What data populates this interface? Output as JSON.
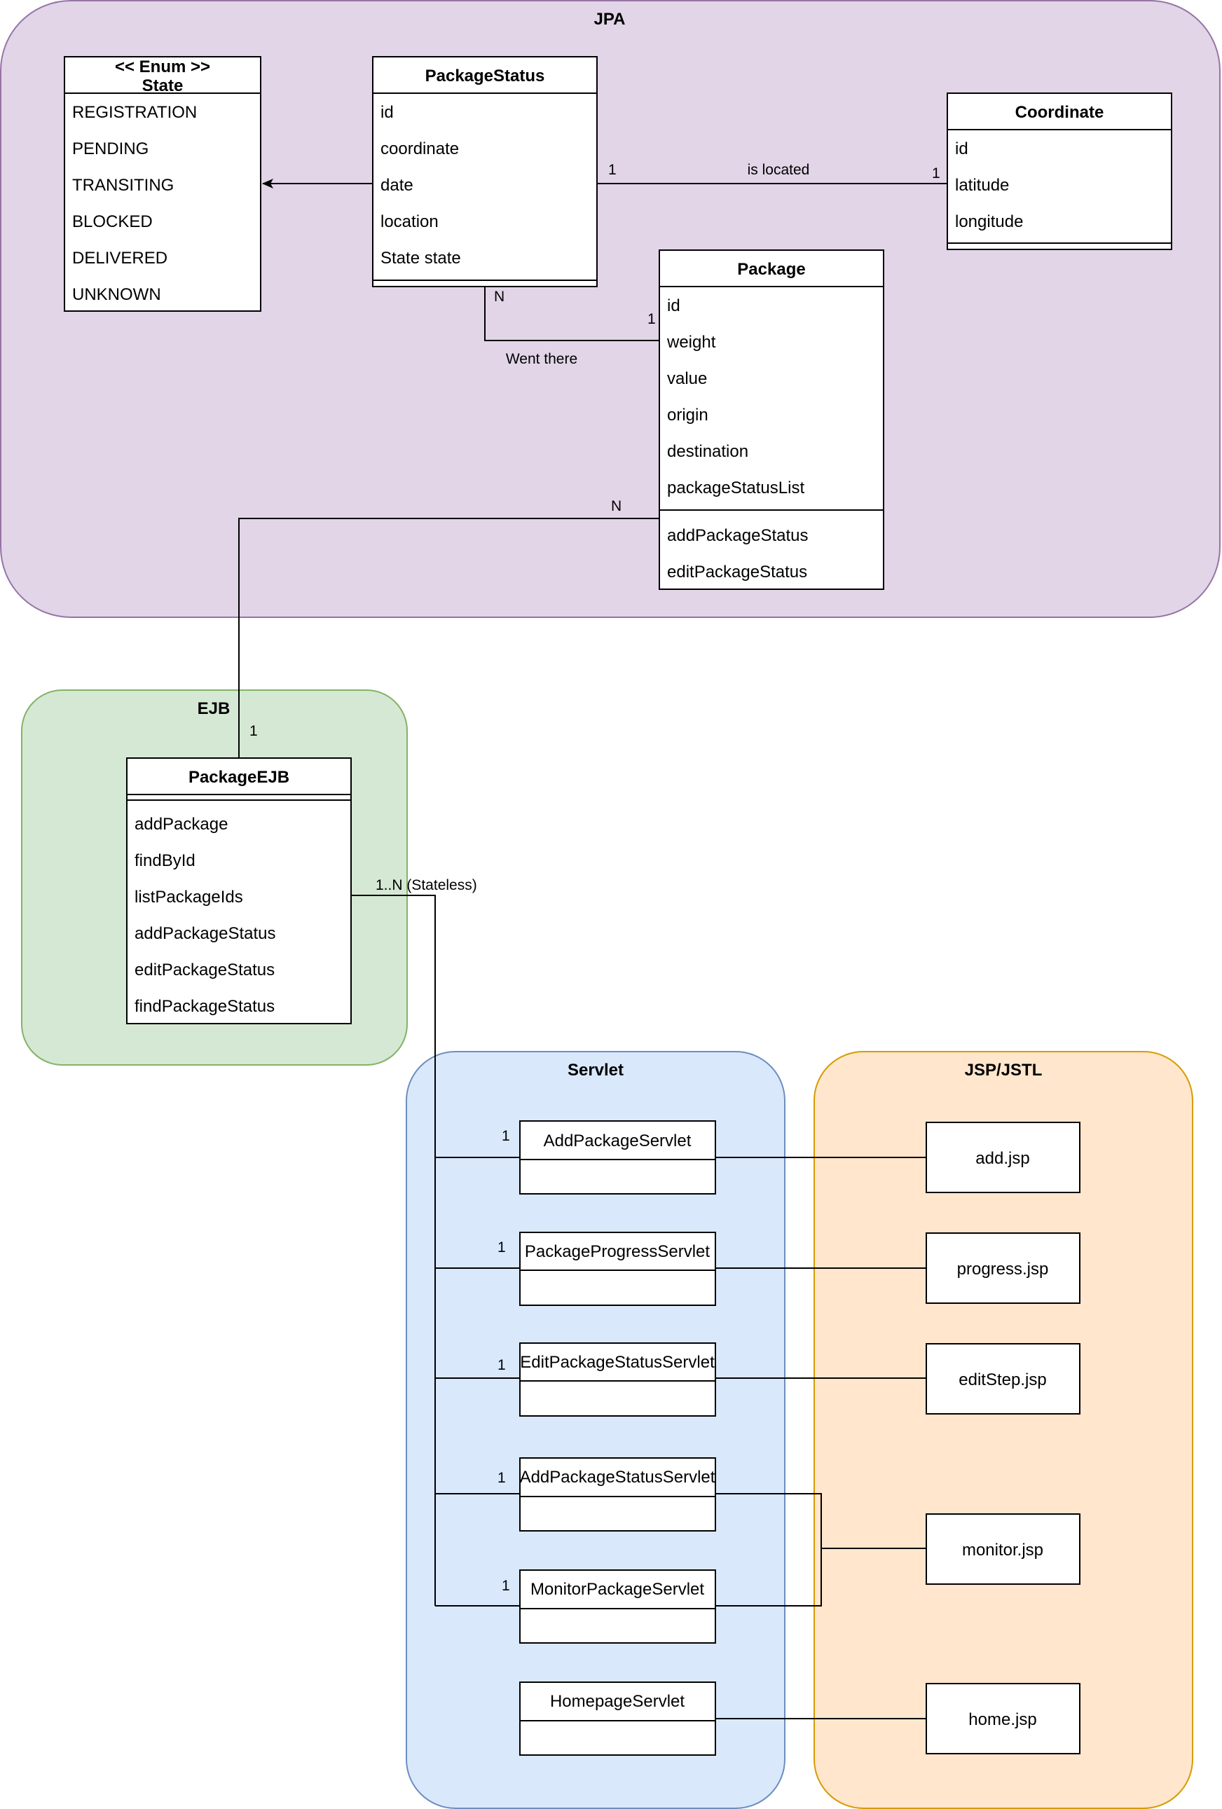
{
  "groups": {
    "jpa": {
      "title": "JPA",
      "fill": "#e1d5e7",
      "stroke": "#9673a6"
    },
    "ejb": {
      "title": "EJB",
      "fill": "#d5e8d4",
      "stroke": "#82b366"
    },
    "servlet": {
      "title": "Servlet",
      "fill": "#dae8fc",
      "stroke": "#6c8ebf"
    },
    "jsp": {
      "title": "JSP/JSTL",
      "fill": "#ffe6cc",
      "stroke": "#d79b00"
    }
  },
  "classes": {
    "state": {
      "title_line1": "<< Enum >>",
      "title_line2": "State",
      "attributes": [
        "REGISTRATION",
        "PENDING",
        "TRANSITING",
        "BLOCKED",
        "DELIVERED",
        "UNKNOWN"
      ]
    },
    "package_status": {
      "title": "PackageStatus",
      "attributes": [
        "id",
        "coordinate",
        "date",
        "location",
        "State state"
      ]
    },
    "coordinate": {
      "title": "Coordinate",
      "attributes": [
        "id",
        "latitude",
        "longitude"
      ]
    },
    "package": {
      "title": "Package",
      "attributes": [
        "id",
        "weight",
        "value",
        "origin",
        "destination",
        "packageStatusList"
      ],
      "methods": [
        "addPackageStatus",
        "editPackageStatus"
      ]
    },
    "package_ejb": {
      "title": "PackageEJB",
      "methods": [
        "addPackage",
        "findById",
        "listPackageIds",
        "addPackageStatus",
        "editPackageStatus",
        "findPackageStatus"
      ]
    }
  },
  "servlets": [
    "AddPackageServlet",
    "PackageProgressServlet",
    "EditPackageStatusServlet",
    "AddPackageStatusServlet",
    "MonitorPackageServlet",
    "HomepageServlet"
  ],
  "jsps": [
    "add.jsp",
    "progress.jsp",
    "editStep.jsp",
    "monitor.jsp",
    "home.jsp"
  ],
  "relations": {
    "is_located": {
      "label": "is located",
      "mult_left": "1",
      "mult_right": "1"
    },
    "went_there": {
      "label": "Went there",
      "mult_status": "N",
      "mult_package": "1"
    },
    "package_ejb": {
      "mult_package": "N",
      "mult_ejb": "1"
    },
    "ejb_servlets": {
      "label": "1..N (Stateless)",
      "mult_servlet": "1"
    }
  }
}
